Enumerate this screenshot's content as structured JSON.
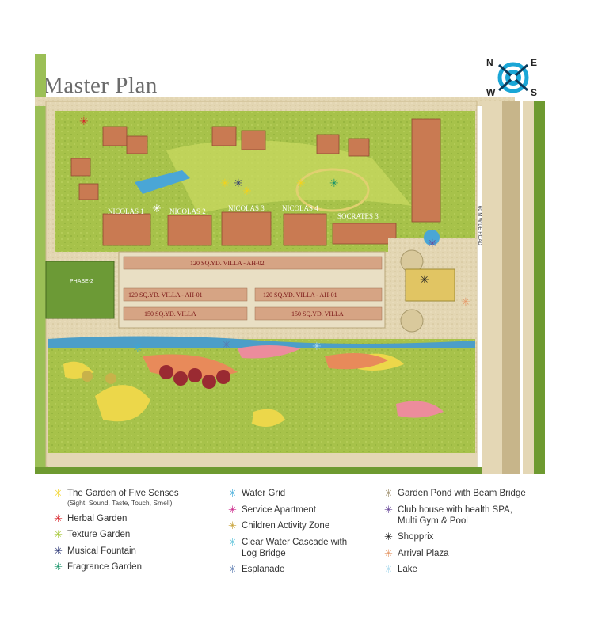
{
  "title": "Master Plan",
  "compass": {
    "n": "N",
    "e": "E",
    "w": "W",
    "s": "S"
  },
  "map_labels": {
    "phase2": "PHASE-2",
    "road": "60 M WIDE ROAD",
    "nicolas1": "NICOLAS 1",
    "nicolas2": "NICOLAS 2",
    "nicolas3": "NICOLAS 3",
    "nicolas4": "NICOLAS 4",
    "socrates3": "SOCRATES 3",
    "villa_120_top": "120 SQ.YD. VILLA - AH-02",
    "villa_120_left": "120 SQ.YD. VILLA - AH-01",
    "villa_120_right": "120 SQ.YD. VILLA - AH-01",
    "villa_150_left": "150 SQ.YD. VILLA",
    "villa_150_right": "150 SQ.YD. VILLA"
  },
  "legend_col1": [
    {
      "label": "The Garden of Five Senses",
      "sub": "(Sight, Sound, Taste, Touch, Smell)",
      "color": "#f2d21c",
      "icon": "star-icon"
    },
    {
      "label": "Herbal Garden",
      "color": "#d8262c",
      "icon": "star-icon"
    },
    {
      "label": "Texture Garden",
      "color": "#a6c83a",
      "icon": "star-icon"
    },
    {
      "label": "Musical Fountain",
      "color": "#2a3575",
      "icon": "star-icon"
    },
    {
      "label": "Fragrance Garden",
      "color": "#19946a",
      "icon": "star-icon"
    }
  ],
  "legend_col2": [
    {
      "label": "Water Grid",
      "color": "#3aa8d8",
      "icon": "star-icon"
    },
    {
      "label": "Service Apartment",
      "color": "#cc2a8c",
      "icon": "star-icon"
    },
    {
      "label": "Children Activity Zone",
      "color": "#c9a43a",
      "icon": "star-icon"
    },
    {
      "label": "Clear Water Cascade with",
      "sub2": "Log Bridge",
      "color": "#56c0d8",
      "icon": "star-icon"
    },
    {
      "label": "Esplanade",
      "color": "#5a7ab0",
      "icon": "star-icon"
    }
  ],
  "legend_col3": [
    {
      "label": "Garden Pond with Beam Bridge",
      "color": "#9a8a66",
      "icon": "star-icon"
    },
    {
      "label": "Club house with health SPA,",
      "sub2": "Multi Gym & Pool",
      "color": "#6a4a9a",
      "icon": "star-icon"
    },
    {
      "label": "Shopprix",
      "color": "#222222",
      "icon": "star-icon"
    },
    {
      "label": "Arrival Plaza",
      "color": "#e69a6a",
      "icon": "star-icon"
    },
    {
      "label": "Lake",
      "color": "#a8d8ec",
      "icon": "star-icon"
    }
  ]
}
